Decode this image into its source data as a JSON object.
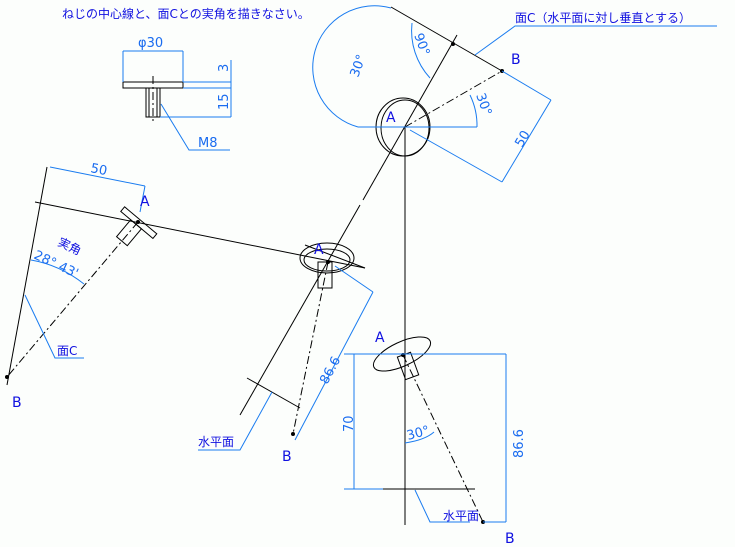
{
  "title": "ねじの中心線と、面Cとの実角を描きなさい。",
  "part": {
    "diameter": "φ30",
    "flange_thickness": "3",
    "shank_length": "15",
    "thread": "M8"
  },
  "top_view": {
    "point_a": "A",
    "point_b": "B",
    "angle_30a": "30°",
    "angle_90": "90°",
    "angle_30b": "30°",
    "length": "50",
    "plane_note": "面C（水平面に対し垂直とする）"
  },
  "true_angle_view": {
    "point_a": "A",
    "point_b": "B",
    "length": "50",
    "true_angle_label": "実角",
    "true_angle_value": "28° 43'",
    "plane_label": "面C"
  },
  "aux_view": {
    "point_a": "A",
    "point_b": "B",
    "length": "86.6",
    "plane_label": "水平面"
  },
  "front_view": {
    "point_a": "A",
    "point_b": "B",
    "height": "70",
    "length": "86.6",
    "angle": "30°",
    "plane_label": "水平面"
  }
}
